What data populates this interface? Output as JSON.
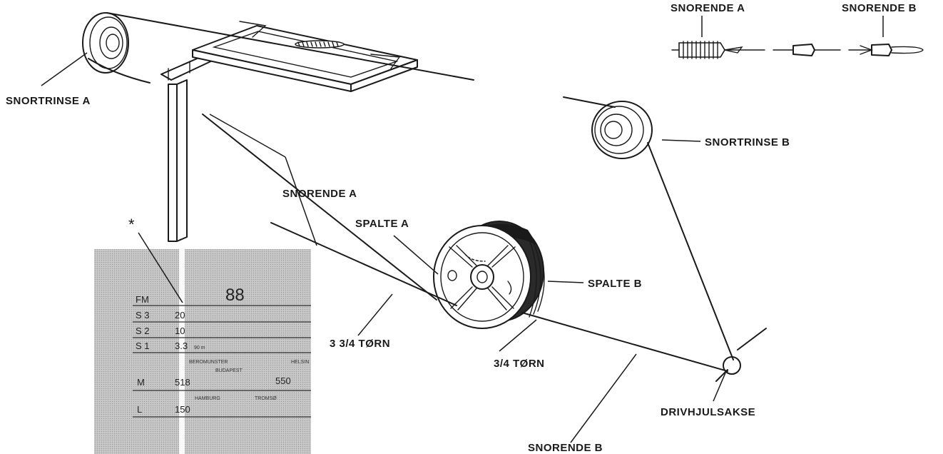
{
  "labels": {
    "snortrinse_a": "SNORTRINSE A",
    "snortrinse_b": "SNORTRINSE B",
    "snorende_a_top": "SNORENDE A",
    "snorende_b_top": "SNORENDE B",
    "snorende_a": "SNORENDE A",
    "snorende_b": "SNORENDE B",
    "spalte_a": "SPALTE A",
    "spalte_b": "SPALTE B",
    "turns_a": "3 3/4 TØRN",
    "turns_b": "3/4 TØRN",
    "drivhjulsakse": "DRIVHJULSAKSE",
    "asterisk": "*"
  },
  "dial_scale": {
    "rows": [
      {
        "band": "FM",
        "value": "",
        "big": "88"
      },
      {
        "band": "S 3",
        "value": "20"
      },
      {
        "band": "S 2",
        "value": "10"
      },
      {
        "band": "S 1",
        "value": "3.3",
        "small": "90 m"
      },
      {
        "band": "M",
        "value": "518",
        "right": "550"
      },
      {
        "band": "L",
        "value": "150"
      }
    ],
    "stations": {
      "beromunster": "BEROMUNSTER",
      "helsinki": "HELSIN",
      "budapest": "BUDAPEST",
      "hamburg": "HAMBURG",
      "tromso": "TROMSØ"
    }
  }
}
